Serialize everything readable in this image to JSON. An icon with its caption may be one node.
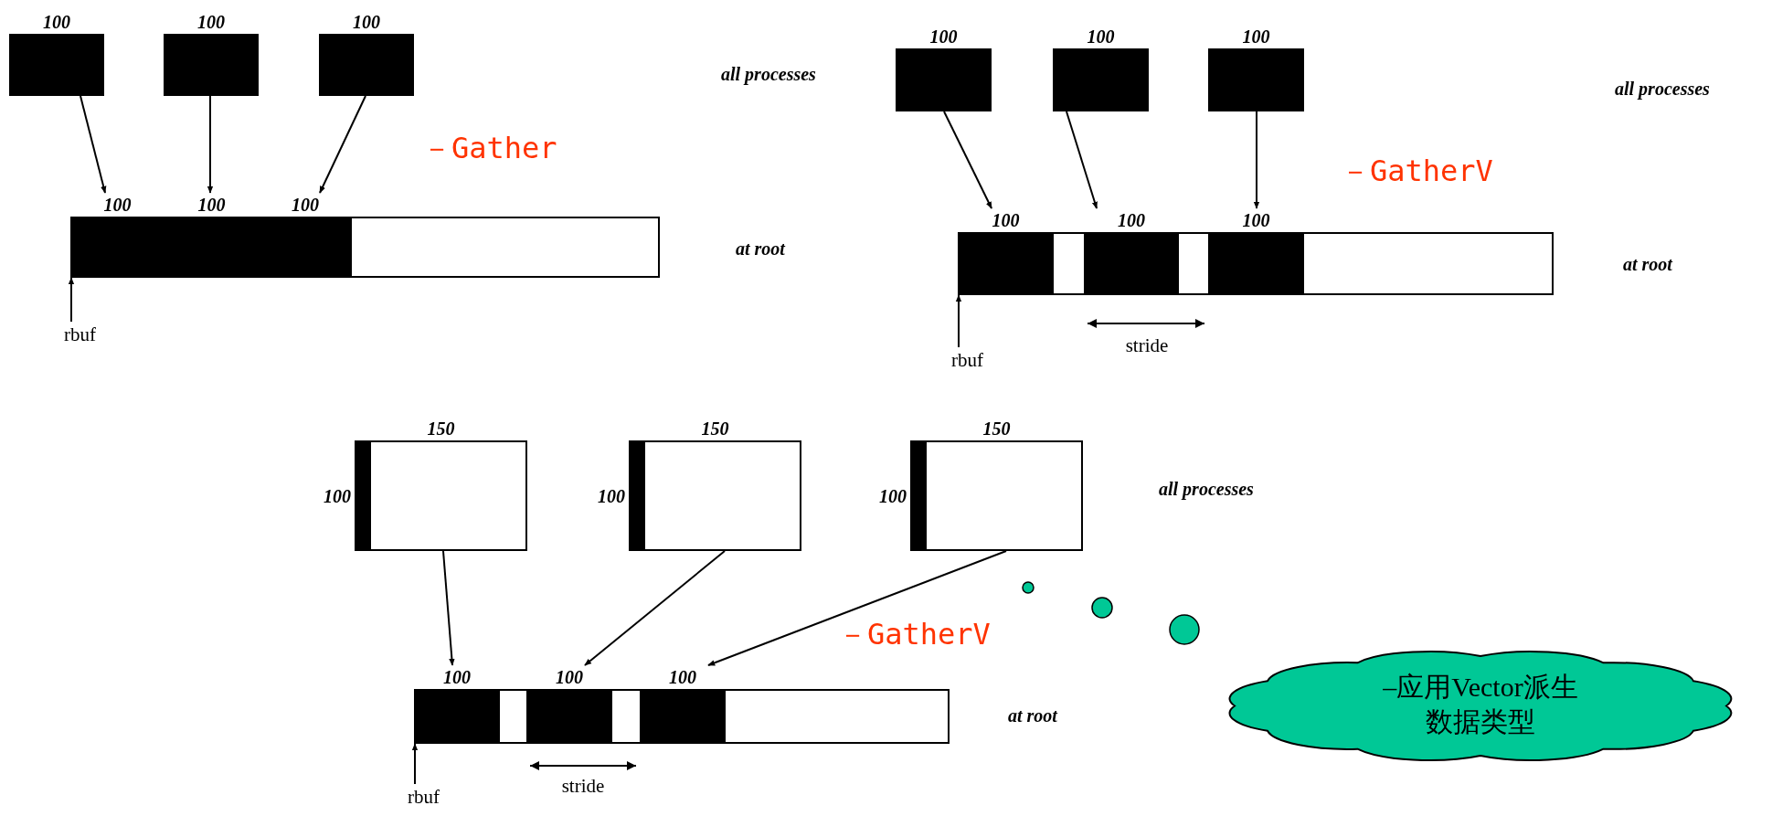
{
  "diagram": {
    "nodes": [
      {
        "text": [
          "100"
        ]
      },
      {
        "text": [
          "100"
        ]
      },
      {
        "text": [
          "100"
        ]
      },
      {
        "text": [],
        "shape": "bar"
      },
      {
        "text": [
          "100"
        ],
        "in": 3
      },
      {
        "text": [
          "100"
        ],
        "in": 3
      },
      {
        "text": [
          "100"
        ],
        "in": 3
      },
      {
        "text": [
          "rbuf"
        ]
      },
      {
        "text": [
          "100"
        ]
      },
      {
        "text": [
          "100"
        ]
      },
      {
        "text": [
          "100"
        ]
      },
      {
        "text": [],
        "shape": "bar"
      },
      {
        "text": [
          "100"
        ],
        "in": 11
      },
      {
        "text": [
          "100"
        ],
        "in": 11
      },
      {
        "text": [
          "100"
        ],
        "in": 11
      },
      {
        "text": [
          "rbuf"
        ]
      },
      {
        "text": [
          "150"
        ],
        "beside": [
          "100"
        ]
      },
      {
        "text": [
          "150"
        ],
        "beside": [
          "100"
        ]
      },
      {
        "text": [
          "150"
        ],
        "beside": [
          "100"
        ]
      },
      {
        "text": [],
        "shape": "bar"
      },
      {
        "text": [
          "100"
        ],
        "in": 19
      },
      {
        "text": [
          "100"
        ],
        "in": 19
      },
      {
        "text": [
          "100"
        ],
        "in": 19
      },
      {
        "text": [
          "rbuf"
        ]
      },
      {
        "text": [
          "–应用Vector派生数据类型"
        ]
      }
    ],
    "edges": [
      {
        "from": 0,
        "to": 4,
        "arrow": "to"
      },
      {
        "from": 1,
        "to": 5,
        "arrow": "to"
      },
      {
        "from": 2,
        "to": 6,
        "arrow": "to"
      },
      {
        "from": 7,
        "to": 3,
        "arrow": "to"
      },
      {
        "from": 8,
        "to": 12,
        "arrow": "to"
      },
      {
        "from": 9,
        "to": 13,
        "arrow": "to"
      },
      {
        "from": 10,
        "to": 14,
        "arrow": "to"
      },
      {
        "from": 15,
        "to": 11,
        "arrow": "to"
      },
      {
        "from": 16,
        "to": 20,
        "arrow": "to"
      },
      {
        "from": 17,
        "to": 21,
        "arrow": "to"
      },
      {
        "from": 18,
        "to": 22,
        "arrow": "to"
      },
      {
        "from": 23,
        "to": 19,
        "arrow": "to"
      }
    ],
    "labels": [
      "all processes",
      "all processes",
      "－Gather",
      "－GatherV",
      "at root",
      "at root",
      "stride",
      "all processes",
      "－GatherV",
      "at root",
      "stride"
    ]
  }
}
